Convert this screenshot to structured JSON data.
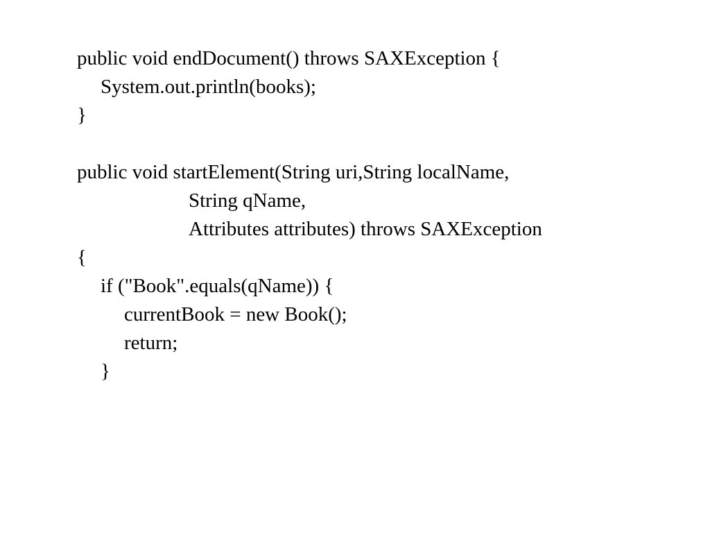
{
  "code": {
    "lines": [
      "public void endDocument() throws SAXException {",
      "System.out.println(books);",
      "}",
      "public void startElement(String uri,String localName,",
      "String qName,",
      "Attributes attributes) throws SAXException",
      "{",
      "if (\"Book\".equals(qName)) {",
      "currentBook = new Book();",
      "return;",
      "}"
    ]
  },
  "colors": {
    "background": "#ffffff",
    "text": "#000000"
  }
}
